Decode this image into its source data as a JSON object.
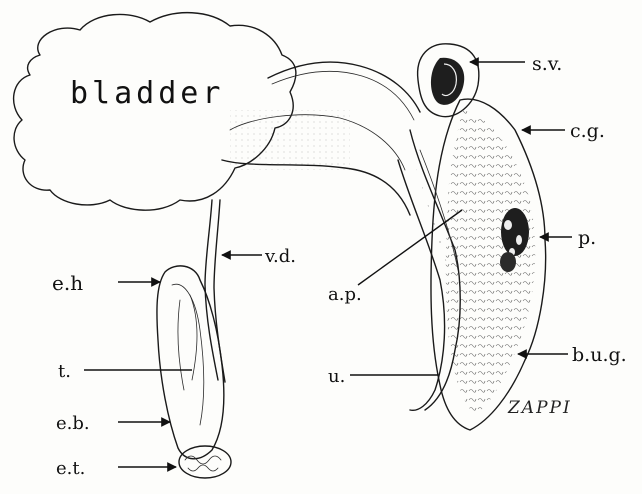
{
  "figure": {
    "organ_label": "bladder",
    "signature": "ZAPPI",
    "labels": {
      "sv": "s.v.",
      "cg": "c.g.",
      "p": "p.",
      "vd": "v.d.",
      "ap": "a.p.",
      "eh": "e.h",
      "t": "t.",
      "eb": "e.b.",
      "et": "e.t.",
      "u": "u.",
      "bug": "b.u.g."
    }
  }
}
